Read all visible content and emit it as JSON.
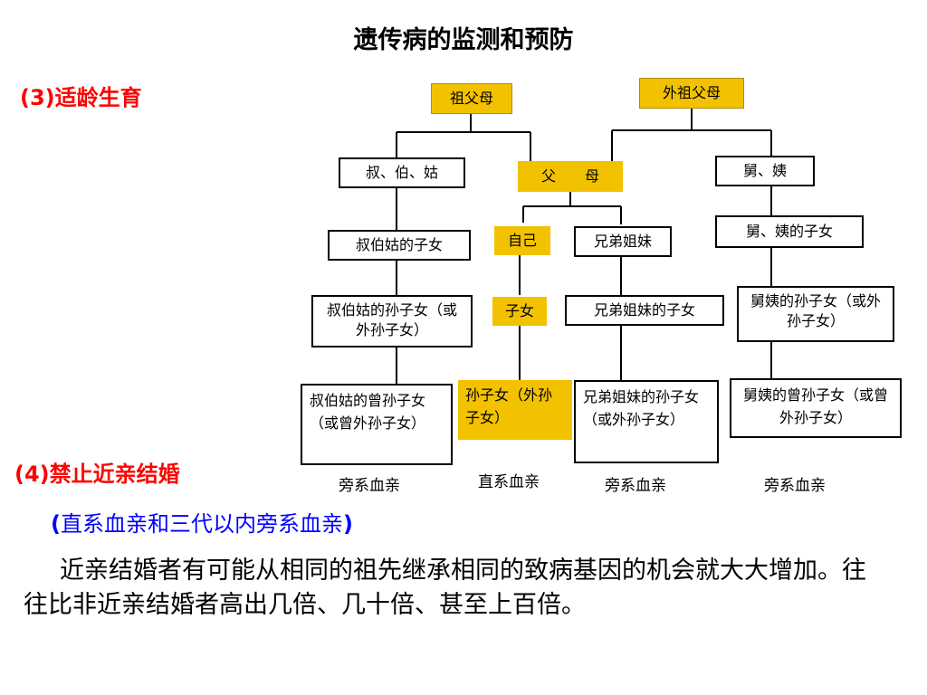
{
  "title": "遗传病的监测和预防",
  "section3": "(3)适龄生育",
  "section4": "(4)禁止近亲结婚",
  "section4_sub_open": "(",
  "section4_sub_text": "直系血亲和三代以内旁系血亲",
  "section4_sub_close": ")",
  "body_text": "近亲结婚者有可能从相同的祖先继承相同的致病基因的机会就大大增加。往往比非近亲结婚者高出几倍、几十倍、甚至上百倍。",
  "tree": {
    "grandparents": "祖父母",
    "maternal_grandparents": "外祖父母",
    "uncles_aunts_paternal": "叔、伯、姑",
    "parents": "父　　母",
    "uncles_aunts_maternal": "舅、姨",
    "paternal_cousins": "叔伯姑的子女",
    "self": "自己",
    "siblings": "兄弟姐妹",
    "maternal_cousins": "舅、姨的子女",
    "paternal_cousins_children": "叔伯姑的孙子女（或外孙子女）",
    "children": "子女",
    "siblings_children": "兄弟姐妹的子女",
    "maternal_cousins_children": "舅姨的孙子女（或外孙子女）",
    "paternal_great_grandchildren": "叔伯姑的曾孙子女（或曾外孙子女）",
    "grandchildren": "孙子女（外孙子女）",
    "siblings_grandchildren": "兄弟姐妹的孙子女（或外孙子女）",
    "maternal_great_grandchildren": "舅姨的曾孙子女（或曾外孙子女）"
  },
  "labels": {
    "collateral_1": "旁系血亲",
    "lineal": "直系血亲",
    "collateral_2": "旁系血亲",
    "collateral_3": "旁系血亲"
  },
  "colors": {
    "gold_box": "#f2c200",
    "red_heading": "#ff0000",
    "blue_subheading": "#0000ff"
  }
}
